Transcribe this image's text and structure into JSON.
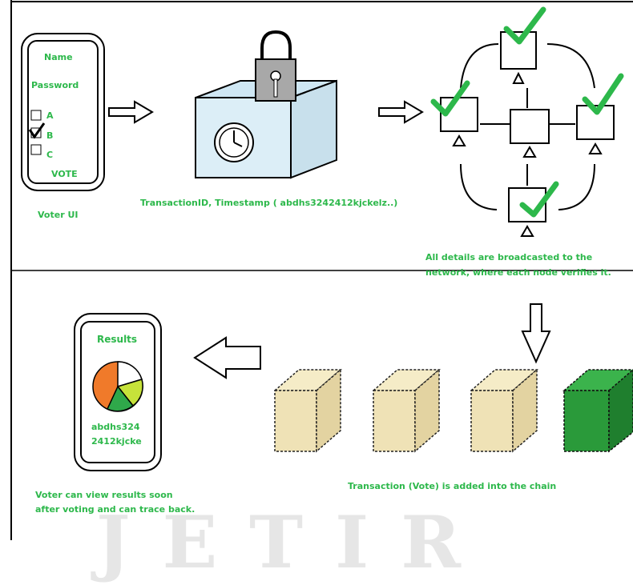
{
  "voter_ui": {
    "fields": [
      "Name",
      "Password"
    ],
    "options": [
      {
        "label": "A",
        "checked": false
      },
      {
        "label": "B",
        "checked": true
      },
      {
        "label": "C",
        "checked": false
      }
    ],
    "vote_label": "VOTE",
    "caption": "Voter UI"
  },
  "transaction": {
    "caption": "TransactionID, Timestamp ( abdhs3242412kjckelz..)"
  },
  "network": {
    "caption_line1": "All details are broadcasted to the",
    "caption_line2": "network, where each node verifies it."
  },
  "chain": {
    "caption": "Transaction (Vote) is added into the chain"
  },
  "results": {
    "title": "Results",
    "hash_line1": "abdhs324",
    "hash_line2": "2412kjcke",
    "caption_line1": "Voter can view results soon",
    "caption_line2": "after voting and can trace back."
  },
  "watermark": "JETIR",
  "colors": {
    "green": "#2db84b",
    "cube_tan": "#efe2b6",
    "cube_green": "#2a9a3a",
    "box_blue": "#dceef7",
    "pie_orange": "#f07a2a",
    "pie_green": "#2fa84a",
    "pie_lime": "#c6e23a"
  }
}
